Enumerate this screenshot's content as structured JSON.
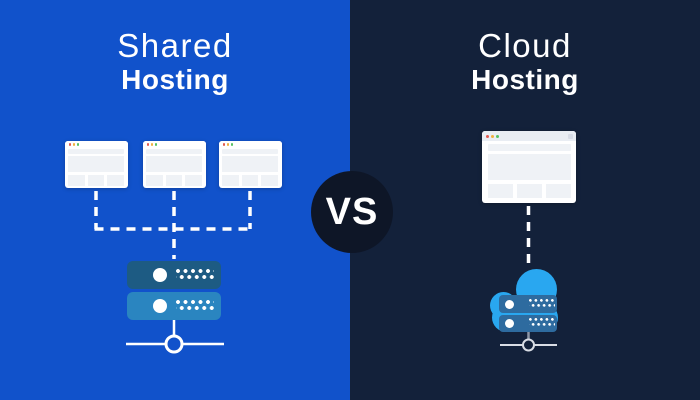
{
  "vs_badge": {
    "label": "VS"
  },
  "left_panel": {
    "title_light": "Shared",
    "title_bold": "Hosting",
    "client_count": 3,
    "icons": [
      "browser-window-icon",
      "dashed-connector",
      "server-stack-icon",
      "network-node-icon"
    ]
  },
  "right_panel": {
    "title_light": "Cloud",
    "title_bold": "Hosting",
    "client_count": 1,
    "icons": [
      "browser-window-icon",
      "dashed-connector",
      "cloud-server-icon",
      "network-node-icon"
    ]
  },
  "colors": {
    "left_bg": "#1152cb",
    "right_bg": "#13213a",
    "vs_bg": "#0e1627",
    "text": "#ffffff",
    "connector": "#ffffff",
    "rack_top": "#1d5b83",
    "rack_bottom": "#2a85c0",
    "cloud": "#29a7f0",
    "cloud_rack": "#2e6b9f",
    "window_bg": "#ffffff",
    "window_chrome": "#e9edf3",
    "window_block": "#eff2f6",
    "dot_red": "#e25a50",
    "dot_yellow": "#f0b03f",
    "dot_green": "#57c163",
    "node_line_right": "#d9dde5"
  }
}
